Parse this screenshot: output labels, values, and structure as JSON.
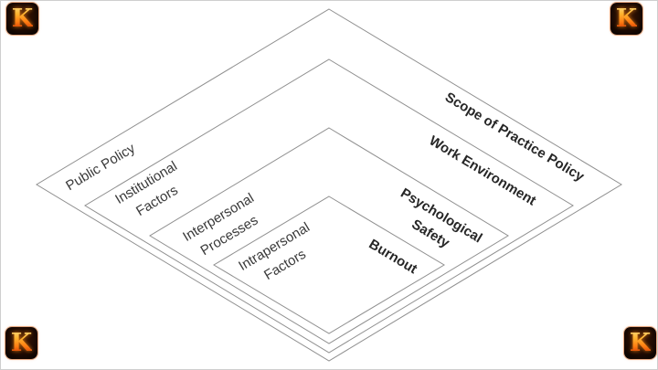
{
  "slide": {
    "type": "nested-diamond-layer-diagram",
    "background": "#ffffff",
    "border_color": "#cfcfcf",
    "line_color": "#8f8f8f",
    "left_label_color": "#3a3a3a",
    "right_label_color": "#262626"
  },
  "diagram": {
    "layers": [
      {
        "left": {
          "line1": "Public Policy"
        },
        "right": {
          "line1": "Scope of Practice Policy"
        }
      },
      {
        "left": {
          "line1": "Institutional",
          "line2": "Factors"
        },
        "right": {
          "line1": "Work Environment"
        }
      },
      {
        "left": {
          "line1": "Interpersonal",
          "line2": "Processes"
        },
        "right": {
          "line1": "Psychological",
          "line2": "Safety"
        }
      },
      {
        "left": {
          "line1": "Intrapersonal",
          "line2": "Factors"
        },
        "right": {
          "line1": "Burnout"
        }
      }
    ]
  },
  "logo": {
    "letter": "K",
    "style": "flaming-letter-on-black-rounded-square",
    "flame_color": "#ff8c1a",
    "positions": [
      "top-left",
      "top-right",
      "bottom-left",
      "bottom-right"
    ]
  }
}
